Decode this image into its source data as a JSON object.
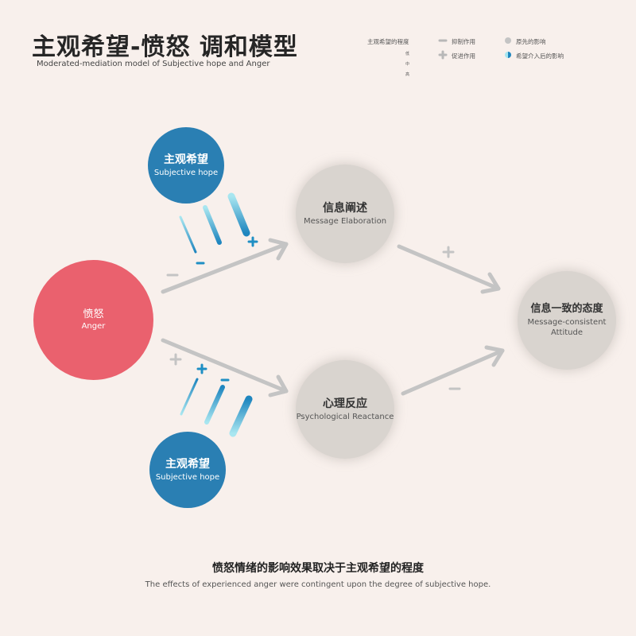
{
  "title": {
    "zh": "主观希望-愤怒 调和模型",
    "en": "Moderated-mediation model of Subjective hope and Anger"
  },
  "legend": {
    "hope_degree_label": "主观希望的程度",
    "levels": [
      "低",
      "中",
      "高"
    ],
    "inhibit_label": "抑制作用",
    "promote_label": "促进作用",
    "original_effect_label": "原先的影响",
    "hope_effect_label": "希望介入后的影响"
  },
  "nodes": {
    "anger": {
      "zh": "愤怒",
      "en": "Anger"
    },
    "hope_top": {
      "zh": "主观希望",
      "en": "Subjective hope"
    },
    "hope_bottom": {
      "zh": "主观希望",
      "en": "Subjective hope"
    },
    "elaboration": {
      "zh": "信息阐述",
      "en": "Message Elaboration"
    },
    "reactance": {
      "zh": "心理反应",
      "en": "Psychological Reactance"
    },
    "attitude": {
      "zh": "信息一致的态度",
      "en": "Message-consistent Attitude"
    }
  },
  "footer": {
    "zh": "愤怒情绪的影响效果取决于主观希望的程度",
    "en": "The effects of experienced anger were contingent upon the degree of subjective hope."
  },
  "colors": {
    "background": "#f8f0ec",
    "anger": "#ea616e",
    "hope": "#2a7fb3",
    "node_gray": "#d9d4cf",
    "arrow_gray": "#c4c4c4",
    "accent_blue": "#1f8fc4",
    "light_blue": "#5fd0e3"
  }
}
